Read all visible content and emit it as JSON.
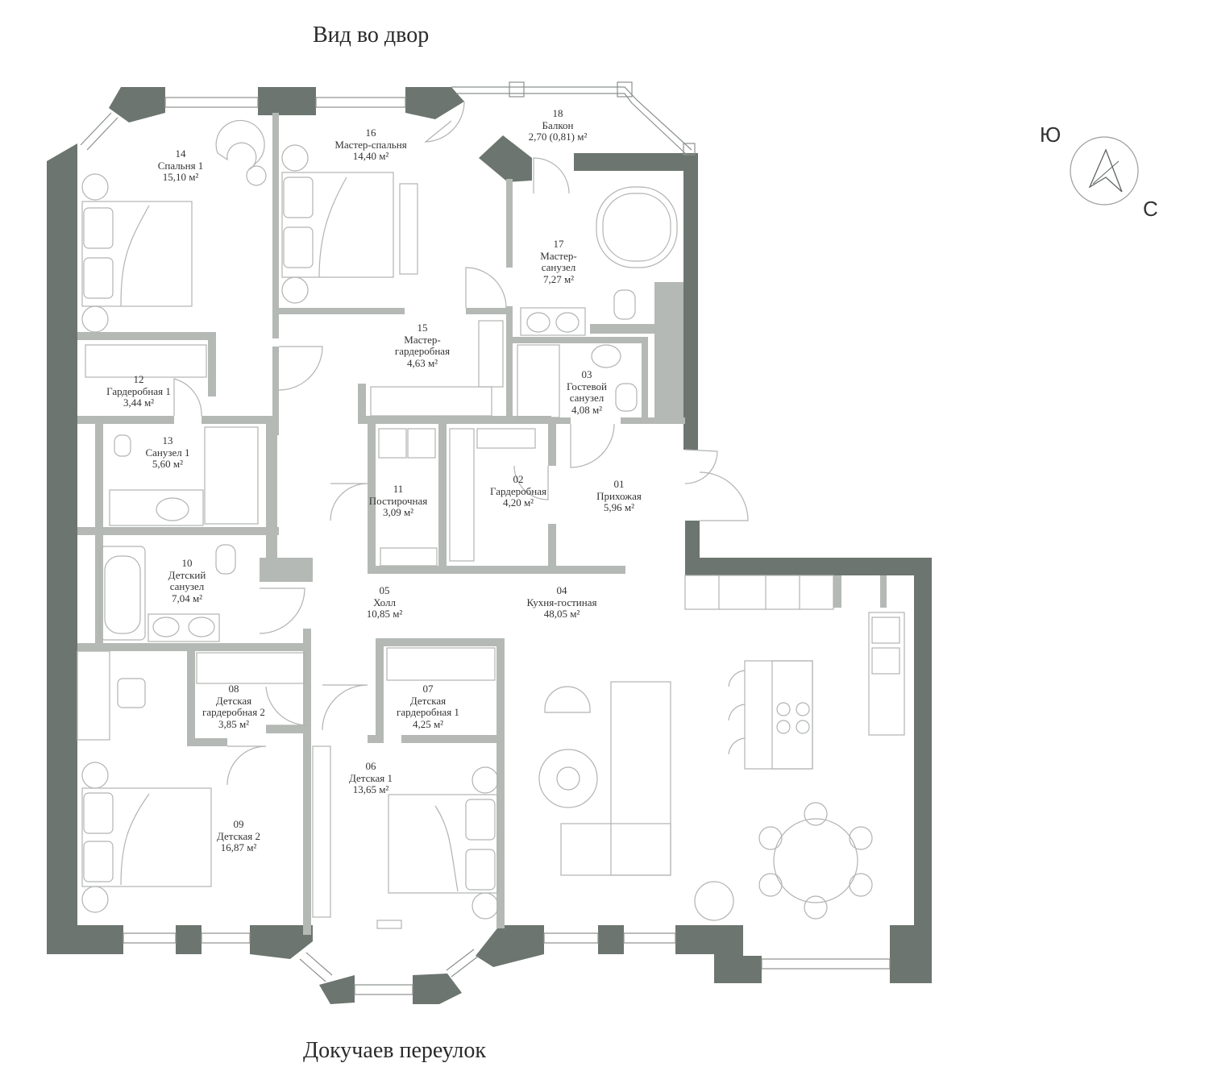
{
  "streets": {
    "top": "Вид во двор",
    "bottom": "Докучаев переулок"
  },
  "compass": {
    "letter_south": "Ю",
    "letter_north": "С"
  },
  "colors": {
    "wall": "#6c756f",
    "partition": "#b4b9b5",
    "fixture": "#b0b4b1"
  },
  "rooms": [
    {
      "id": "r01",
      "number": "01",
      "name": "Прихожая",
      "area": "5,96 м²"
    },
    {
      "id": "r02",
      "number": "02",
      "name": "Гардеробная",
      "area": "4,20 м²"
    },
    {
      "id": "r03",
      "number": "03",
      "name": "Гостевой санузел",
      "area": "4,08 м²"
    },
    {
      "id": "r04",
      "number": "04",
      "name": "Кухня-гостиная",
      "area": "48,05 м²"
    },
    {
      "id": "r05",
      "number": "05",
      "name": "Холл",
      "area": "10,85 м²"
    },
    {
      "id": "r06",
      "number": "06",
      "name": "Детская 1",
      "area": "13,65 м²"
    },
    {
      "id": "r07",
      "number": "07",
      "name": "Детская гардеробная 1",
      "area": "4,25 м²"
    },
    {
      "id": "r08",
      "number": "08",
      "name": "Детская гардеробная 2",
      "area": "3,85 м²"
    },
    {
      "id": "r09",
      "number": "09",
      "name": "Детская 2",
      "area": "16,87 м²"
    },
    {
      "id": "r10",
      "number": "10",
      "name": "Детский санузел",
      "area": "7,04 м²"
    },
    {
      "id": "r11",
      "number": "11",
      "name": "Постирочная",
      "area": "3,09 м²"
    },
    {
      "id": "r12",
      "number": "12",
      "name": "Гардеробная 1",
      "area": "3,44 м²"
    },
    {
      "id": "r13",
      "number": "13",
      "name": "Санузел 1",
      "area": "5,60 м²"
    },
    {
      "id": "r14",
      "number": "14",
      "name": "Спальня 1",
      "area": "15,10 м²"
    },
    {
      "id": "r15",
      "number": "15",
      "name": "Мастер-гардеробная",
      "area": "4,63 м²"
    },
    {
      "id": "r16",
      "number": "16",
      "name": "Мастер-спальня",
      "area": "14,40 м²"
    },
    {
      "id": "r17",
      "number": "17",
      "name": "Мастер-санузел",
      "area": "7,27 м²"
    },
    {
      "id": "r18",
      "number": "18",
      "name": "Балкон",
      "area": "2,70 (0,81) м²"
    }
  ]
}
